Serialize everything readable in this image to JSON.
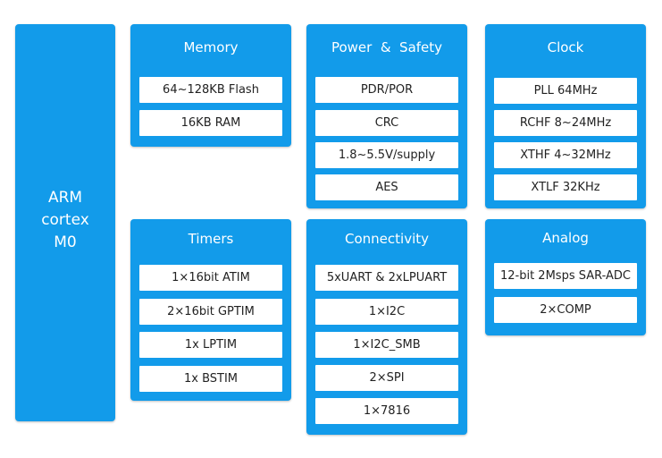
{
  "colors": {
    "block": "#129bea",
    "item": "#ffffff",
    "title_text": "#ffffff",
    "item_text": "#222222"
  },
  "cpu": {
    "lines": [
      "ARM",
      "cortex",
      "M0"
    ]
  },
  "memory": {
    "title": "Memory",
    "items": [
      "64~128KB Flash",
      "16KB RAM"
    ]
  },
  "power": {
    "title": "Power  &  Safety",
    "items": [
      "PDR/POR",
      "CRC",
      "1.8~5.5V/supply",
      "AES"
    ]
  },
  "clock": {
    "title": "Clock",
    "items": [
      "PLL 64MHz",
      "RCHF 8~24MHz",
      "XTHF 4~32MHz",
      "XTLF 32KHz"
    ]
  },
  "timers": {
    "title": "Timers",
    "items": [
      "1×16bit ATIM",
      "2×16bit GPTIM",
      "1x LPTIM",
      "1x BSTIM"
    ]
  },
  "connectivity": {
    "title": "Connectivity",
    "items": [
      "5xUART & 2xLPUART",
      "1×I2C",
      "1×I2C_SMB",
      "2×SPI",
      "1×7816"
    ]
  },
  "analog": {
    "title": "Analog",
    "items": [
      "12-bit 2Msps SAR-ADC",
      "2×COMP"
    ]
  }
}
